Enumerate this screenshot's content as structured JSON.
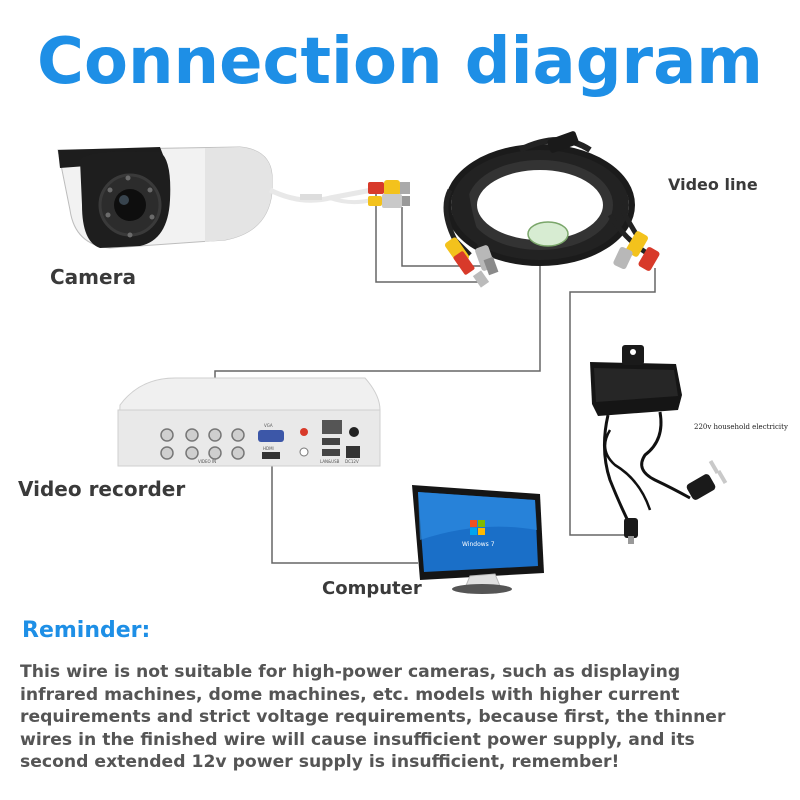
{
  "title": "Connection diagram",
  "labels": {
    "camera": "Camera",
    "video_line": "Video line",
    "video_recorder": "Video recorder",
    "computer": "Computer",
    "power": "220v household electricity",
    "monitor_os": "Windows 7",
    "dvr_vga": "VGA",
    "dvr_hdmi": "HDMI",
    "dvr_video_in": "VIDEO IN",
    "dvr_lan": "LAN&USB",
    "dvr_dc": "DC12V"
  },
  "reminder": {
    "title": "Reminder:",
    "lines": [
      "This wire is not suitable for high-power cameras, such as displaying",
      "infrared machines, dome machines, etc. models with higher current",
      "requirements and strict voltage requirements, because first, the thinner",
      "wires in the finished wire will cause insufficient power supply, and its",
      "second extended 12v power supply is insufficient, remember!"
    ]
  },
  "colors": {
    "accent": "#1e8fe6",
    "label_text": "#3a3a3a",
    "body_text": "#555555",
    "connector_red": "#d83a2a",
    "connector_yellow": "#f3c21c",
    "line": "#666666"
  }
}
